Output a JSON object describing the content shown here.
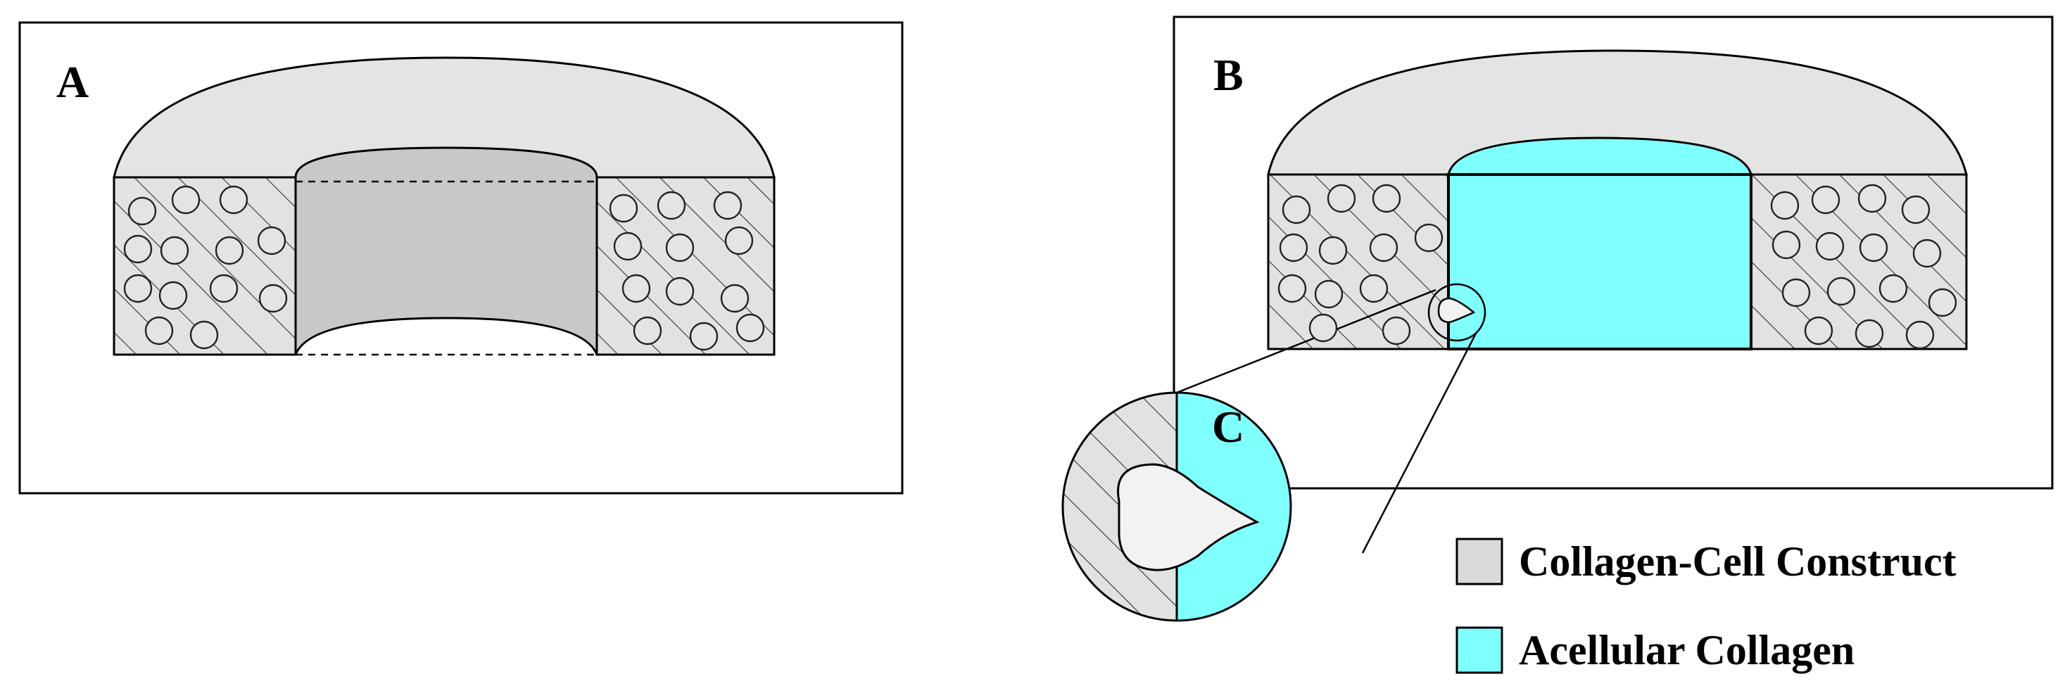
{
  "panels": {
    "a": {
      "label": "A"
    },
    "b": {
      "label": "B"
    },
    "c": {
      "label": "C"
    }
  },
  "legend": {
    "construct": {
      "label": "Collagen-Cell Construct",
      "color": "#d9d9d9"
    },
    "acellular": {
      "label": "Acellular Collagen",
      "color": "#80ffff"
    }
  },
  "colors": {
    "dome": "#e4e4e4",
    "hole": "#c8c8c8",
    "hatch_bg": "#e0e0e0",
    "cell_fill": "#f2f2f2"
  }
}
